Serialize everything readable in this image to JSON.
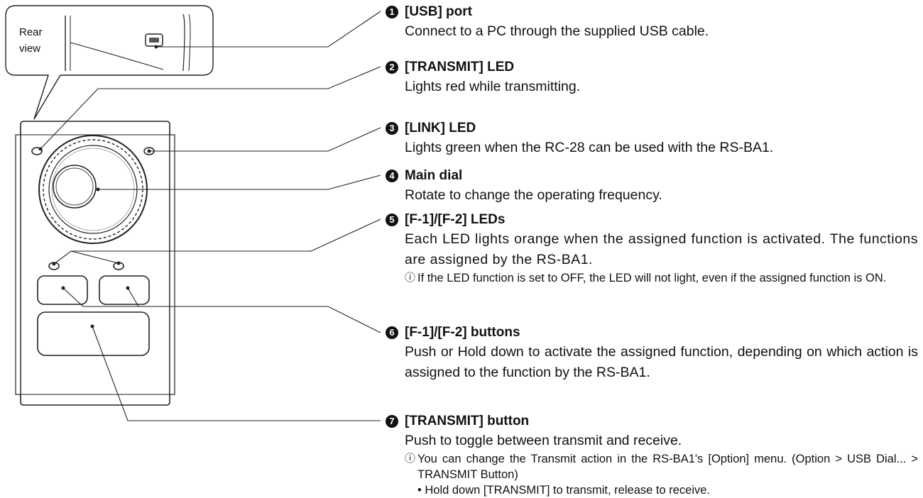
{
  "callout": {
    "rear_view_label": "Rear\nview"
  },
  "items": [
    {
      "number": "1",
      "title": "[USB] port",
      "description": "Connect to a PC through the supplied USB cable."
    },
    {
      "number": "2",
      "title": "[TRANSMIT] LED",
      "description": "Lights red while transmitting."
    },
    {
      "number": "3",
      "title": "[LINK] LED",
      "description": "Lights green when the RC-28 can be used with the RS-BA1."
    },
    {
      "number": "4",
      "title": "Main dial",
      "description": "Rotate to change the operating frequency."
    },
    {
      "number": "5",
      "title": "[F-1]/[F-2] LEDs",
      "description": "Each LED lights orange when the assigned function is activated. The functions are assigned by the RS-BA1.",
      "note_mark": "ⓘ",
      "note": "If the LED function is set to OFF, the LED will not light, even if the assigned function is ON."
    },
    {
      "number": "6",
      "title": "[F-1]/[F-2] buttons",
      "description": "Push or Hold down to activate the assigned function, depending on which action is assigned to the function by the RS-BA1."
    },
    {
      "number": "7",
      "title": "[TRANSMIT] button",
      "description": "Push to toggle between transmit and receive.",
      "note_mark": "ⓘ",
      "note": "You can change the Transmit action in the RS-BA1's [Option] menu. (Option > USB Dial... > TRANSMIT Button)",
      "bullet": "• Hold down [TRANSMIT] to transmit, release to receive."
    }
  ]
}
